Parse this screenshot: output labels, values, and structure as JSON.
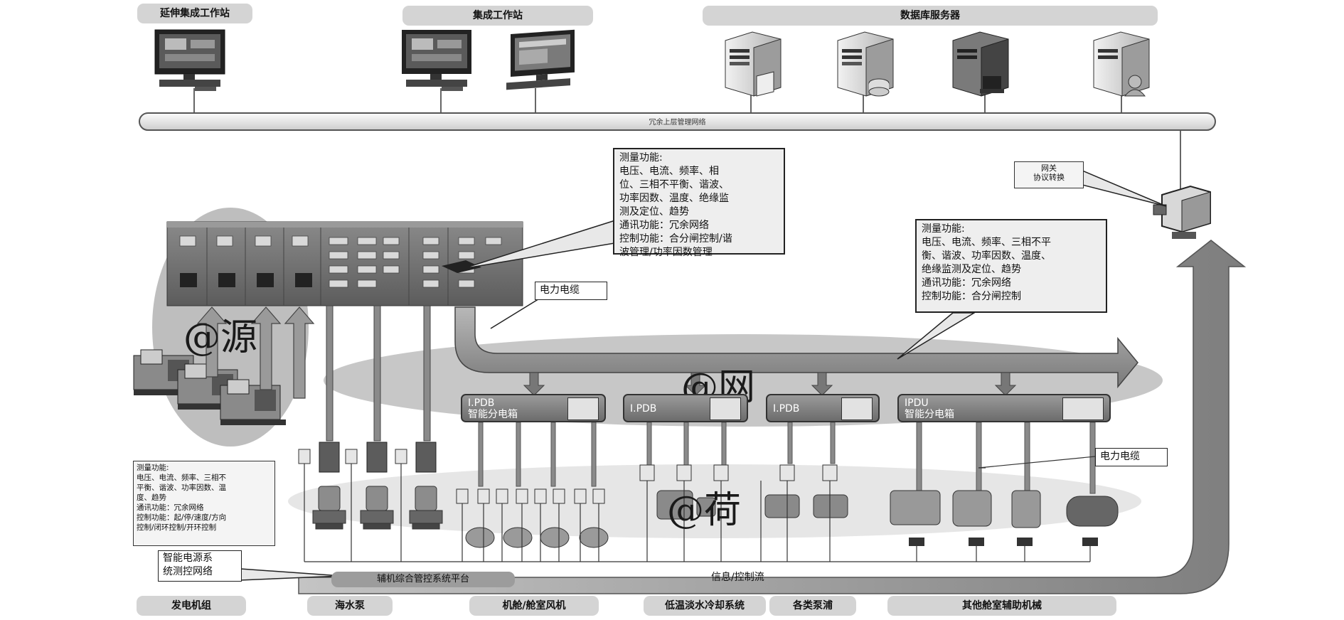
{
  "header": {
    "ext_workstation": "延伸集成工作站",
    "integ_workstation": "集成工作站",
    "db_servers": "数据库服务器"
  },
  "bus_label": "冗余上层管理网络",
  "gateway_label": "网关\n协议转换",
  "callout_switchboard": "测量功能:\n电压、电流、频率、相\n位、三相不平衡、谐波、\n功率因数、温度、绝缘监\n测及定位、趋势\n通讯功能：冗余网络\n控制功能：合分闸控制/谐\n波管理/功率因数管理",
  "callout_right": "测量功能:\n电压、电流、频率、三相不平\n衡、谐波、功率因数、温度、\n绝缘监测及定位、趋势\n通讯功能：冗余网络\n控制功能：合分闸控制",
  "callout_left": "测量功能:\n电压、电流、频率、三相不\n平衡、谐波、功率因数、温\n度、趋势\n通讯功能：冗余网络\n控制功能：起/停/速度/方向\n控制/闭环控制/开环控制",
  "power_cable_1": "电力电缆",
  "power_cable_2": "电力电缆",
  "smart_power_system": "智能电源系\n统测控网络",
  "platform_label": "辅机综合管控系统平台",
  "info_flow": "信息/控制流",
  "big_labels": {
    "source": "@源",
    "grid": "@网",
    "load": "@荷"
  },
  "pdbs": [
    {
      "line1": "I.PDB",
      "line2": "智能分电箱"
    },
    {
      "line1": "I.PDB",
      "line2": ""
    },
    {
      "line1": "I.PDB",
      "line2": ""
    },
    {
      "line1": "IPDU",
      "line2": "智能分电箱"
    }
  ],
  "bottom_categories": [
    "发电机组",
    "海水泵",
    "机舱/舱室风机",
    "低温淡水冷却系统",
    "各类泵浦",
    "其他舱室辅助机械"
  ],
  "icons": [
    "workstation-monitor-icon",
    "server-tower-icon",
    "gateway-device-icon",
    "pump-motor-icon",
    "fan-icon",
    "generator-set-icon",
    "switchboard-icon",
    "distribution-box-icon",
    "controller-box-icon"
  ]
}
